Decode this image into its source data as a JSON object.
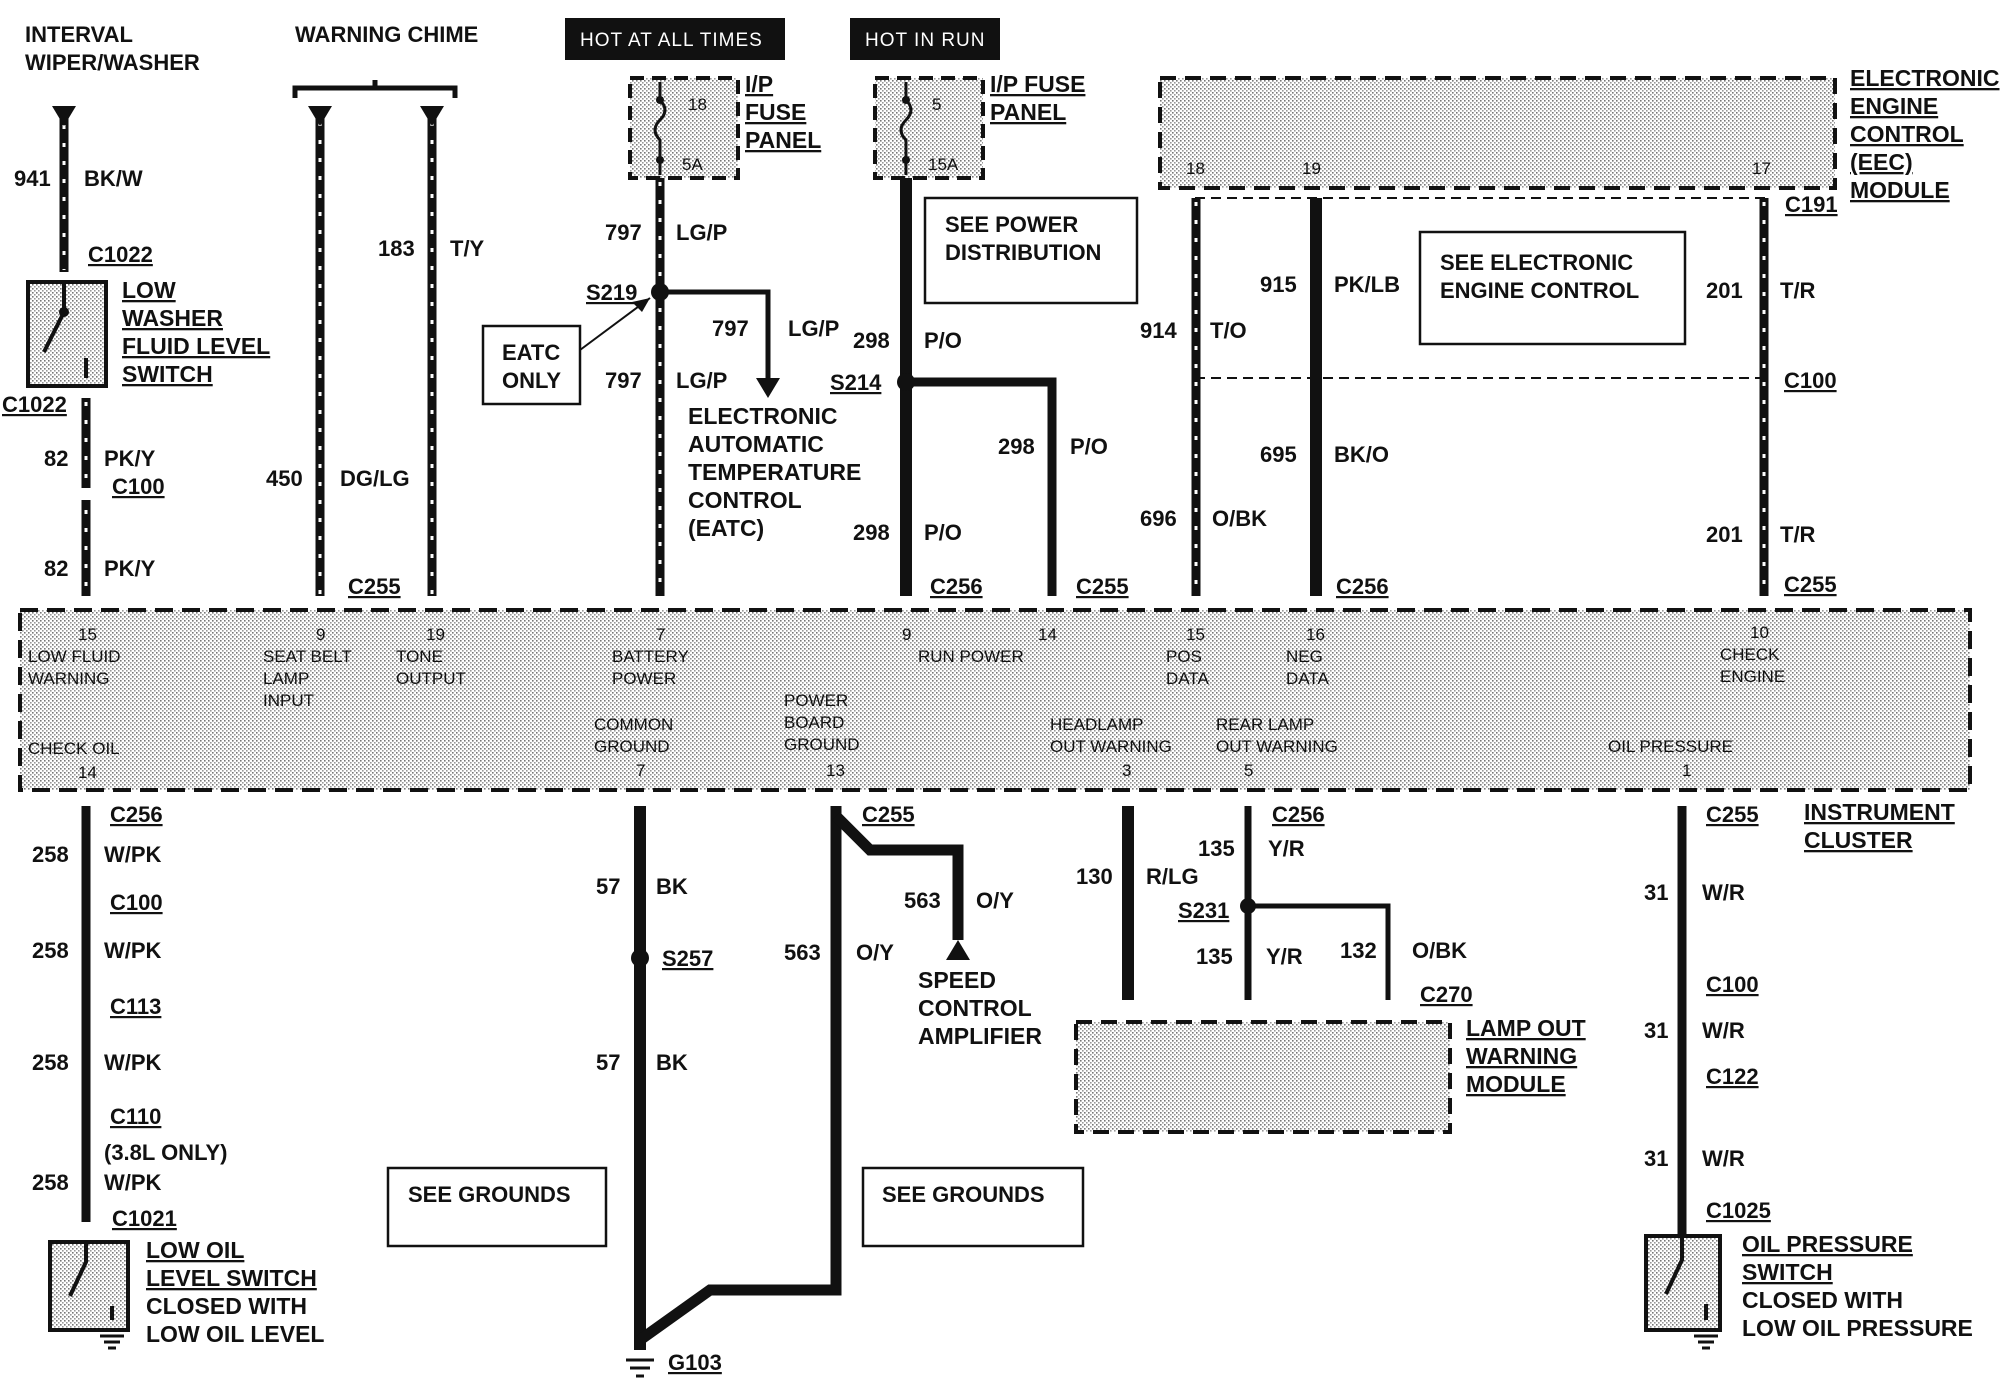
{
  "headers": {
    "interval_wiper_1": "INTERVAL",
    "interval_wiper_2": "WIPER/WASHER",
    "warning_chime": "WARNING CHIME",
    "hot_at_all_times": "HOT AT ALL TIMES",
    "hot_in_run": "HOT IN RUN"
  },
  "fuse_left": {
    "l1": "I/P",
    "l2": "FUSE",
    "l3": "PANEL",
    "num": "18",
    "amp": "5A"
  },
  "fuse_right": {
    "l1": "I/P FUSE",
    "l2": "PANEL",
    "num": "5",
    "amp": "15A"
  },
  "eec": {
    "l1": "ELECTRONIC",
    "l2": "ENGINE",
    "l3": "CONTROL",
    "l4": "(EEC)",
    "l5": "MODULE",
    "p1": "18",
    "p2": "19",
    "p3": "17",
    "conn": "C191"
  },
  "boxes": {
    "see_power_1": "SEE POWER",
    "see_power_2": "DISTRIBUTION",
    "see_eec_1": "SEE ELECTRONIC",
    "see_eec_2": "ENGINE CONTROL",
    "eatc_only_1": "EATC",
    "eatc_only_2": "ONLY",
    "see_grounds": "SEE GROUNDS"
  },
  "eatc": {
    "l1": "ELECTRONIC",
    "l2": "AUTOMATIC",
    "l3": "TEMPERATURE",
    "l4": "CONTROL",
    "l5": "(EATC)"
  },
  "wires": {
    "w941": "941",
    "bkw": "BK/W",
    "c1022": "C1022",
    "w82": "82",
    "pky": "PK/Y",
    "c100": "C100",
    "w450": "450",
    "dglg": "DG/LG",
    "w183": "183",
    "ty": "T/Y",
    "c255": "C255",
    "w797": "797",
    "lgp": "LG/P",
    "s219": "S219",
    "w298": "298",
    "po": "P/O",
    "s214": "S214",
    "c256": "C256",
    "w914": "914",
    "to": "T/O",
    "w915": "915",
    "pklb": "PK/LB",
    "w201": "201",
    "tr": "T/R",
    "w696": "696",
    "obk": "O/BK",
    "w695": "695",
    "bko": "BK/O",
    "w258": "258",
    "wpk": "W/PK",
    "c113": "C113",
    "c110": "C110",
    "only38": "(3.8L ONLY)",
    "c1021": "C1021",
    "w57": "57",
    "bk": "BK",
    "s257": "S257",
    "g103": "G103",
    "w563": "563",
    "oy": "O/Y",
    "w130": "130",
    "rlg": "R/LG",
    "w135": "135",
    "yr": "Y/R",
    "s231": "S231",
    "w132": "132",
    "c270": "C270",
    "w31": "31",
    "wr": "W/R",
    "c122": "C122",
    "c1025": "C1025"
  },
  "components": {
    "low_washer_1": "LOW",
    "low_washer_2": "WASHER",
    "low_washer_3": "FLUID LEVEL",
    "low_washer_4": "SWITCH",
    "low_oil_1": "LOW OIL",
    "low_oil_2": "LEVEL SWITCH",
    "low_oil_3": "CLOSED WITH",
    "low_oil_4": "LOW OIL LEVEL",
    "speed_1": "SPEED",
    "speed_2": "CONTROL",
    "speed_3": "AMPLIFIER",
    "lamp_1": "LAMP OUT",
    "lamp_2": "WARNING",
    "lamp_3": "MODULE",
    "oilp_1": "OIL PRESSURE",
    "oilp_2": "SWITCH",
    "oilp_3": "CLOSED WITH",
    "oilp_4": "LOW OIL PRESSURE",
    "ic_1": "INSTRUMENT",
    "ic_2": "CLUSTER"
  },
  "cluster": {
    "p15": "15",
    "low_fluid_1": "LOW FLUID",
    "low_fluid_2": "WARNING",
    "p9a": "9",
    "seat_1": "SEAT BELT",
    "seat_2": "LAMP",
    "seat_3": "INPUT",
    "p19": "19",
    "tone_1": "TONE",
    "tone_2": "OUTPUT",
    "p7": "7",
    "bat_1": "BATTERY",
    "bat_2": "POWER",
    "p9b": "9",
    "run_power": "RUN POWER",
    "p14a": "14",
    "p15b": "15",
    "pos_1": "POS",
    "pos_2": "DATA",
    "p16": "16",
    "neg_1": "NEG",
    "neg_2": "DATA",
    "p10": "10",
    "chk_1": "CHECK",
    "chk_2": "ENGINE",
    "check_oil": "CHECK OIL",
    "p14b": "14",
    "cg_1": "COMMON",
    "cg_2": "GROUND",
    "p7b": "7",
    "pbg_1": "POWER",
    "pbg_2": "BOARD",
    "pbg_3": "GROUND",
    "p13": "13",
    "hl_1": "HEADLAMP",
    "hl_2": "OUT WARNING",
    "p3": "3",
    "rl_1": "REAR LAMP",
    "rl_2": "OUT WARNING",
    "p5": "5",
    "oilp": "OIL PRESSURE",
    "p1": "1"
  }
}
